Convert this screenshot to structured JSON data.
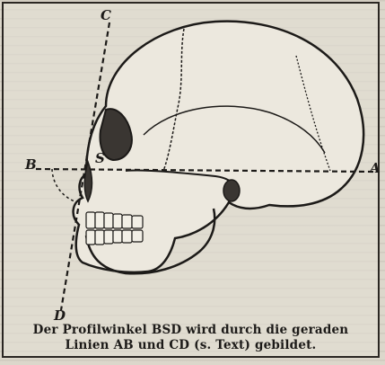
{
  "labels": {
    "c": "C",
    "b": "B",
    "s": "S",
    "a": "A",
    "d": "D"
  },
  "caption": {
    "line1": "Der Profilwinkel BSD wird durch die geraden",
    "line2": "Linien AB und CD (s. Text) gebildet."
  }
}
